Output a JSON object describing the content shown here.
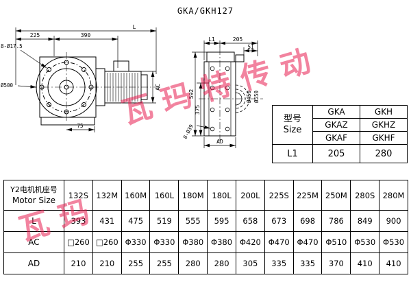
{
  "title": "GKA/GKH127",
  "watermark": {
    "text": "瓦玛特传动",
    "color": "#e81e50"
  },
  "drawing": {
    "left_view": {
      "dim_overall": "L",
      "dim_225": "225",
      "dim_390": "390",
      "dim_bolt_holes": "8-Ø17.5",
      "dim_diameter": "Ø500",
      "dim_motor_height": "AC",
      "dim_75": "75"
    },
    "right_view": {
      "dim_l1": "L1",
      "dim_205": "205",
      "dim_51": "51",
      "dim_592": "592",
      "dim_375": "375",
      "dim_bolt_holes": "8-Ø39",
      "dim_flange_inner": "Ø450",
      "dim_flange_outer": "Ø550",
      "dim_ad": "AD"
    }
  },
  "model_table": {
    "header_line1": "型号",
    "header_line2": "Size",
    "rows": [
      [
        "GKA",
        "GKH"
      ],
      [
        "GKAZ",
        "GKHZ"
      ],
      [
        "GKAF",
        "GKHF"
      ]
    ],
    "l1_row": [
      "L1",
      "205",
      "280"
    ]
  },
  "size_table": {
    "header_cn": "Y2电机机座号",
    "header_en": "Motor Size",
    "columns": [
      "132S",
      "132M",
      "160M",
      "160L",
      "180M",
      "180L",
      "200L",
      "225S",
      "225M",
      "250M",
      "280S",
      "280M"
    ],
    "rows": [
      {
        "label": "L",
        "values": [
          "393",
          "431",
          "475",
          "519",
          "555",
          "595",
          "658",
          "673",
          "698",
          "786",
          "849",
          "900"
        ]
      },
      {
        "label": "AC",
        "values": [
          "□260",
          "□260",
          "Φ330",
          "Φ330",
          "Φ380",
          "Φ380",
          "Φ420",
          "Φ470",
          "Φ470",
          "Φ510",
          "Φ530",
          "Φ530"
        ]
      },
      {
        "label": "AD",
        "values": [
          "210",
          "210",
          "255",
          "255",
          "280",
          "280",
          "305",
          "335",
          "335",
          "370",
          "410",
          "410"
        ]
      }
    ]
  }
}
